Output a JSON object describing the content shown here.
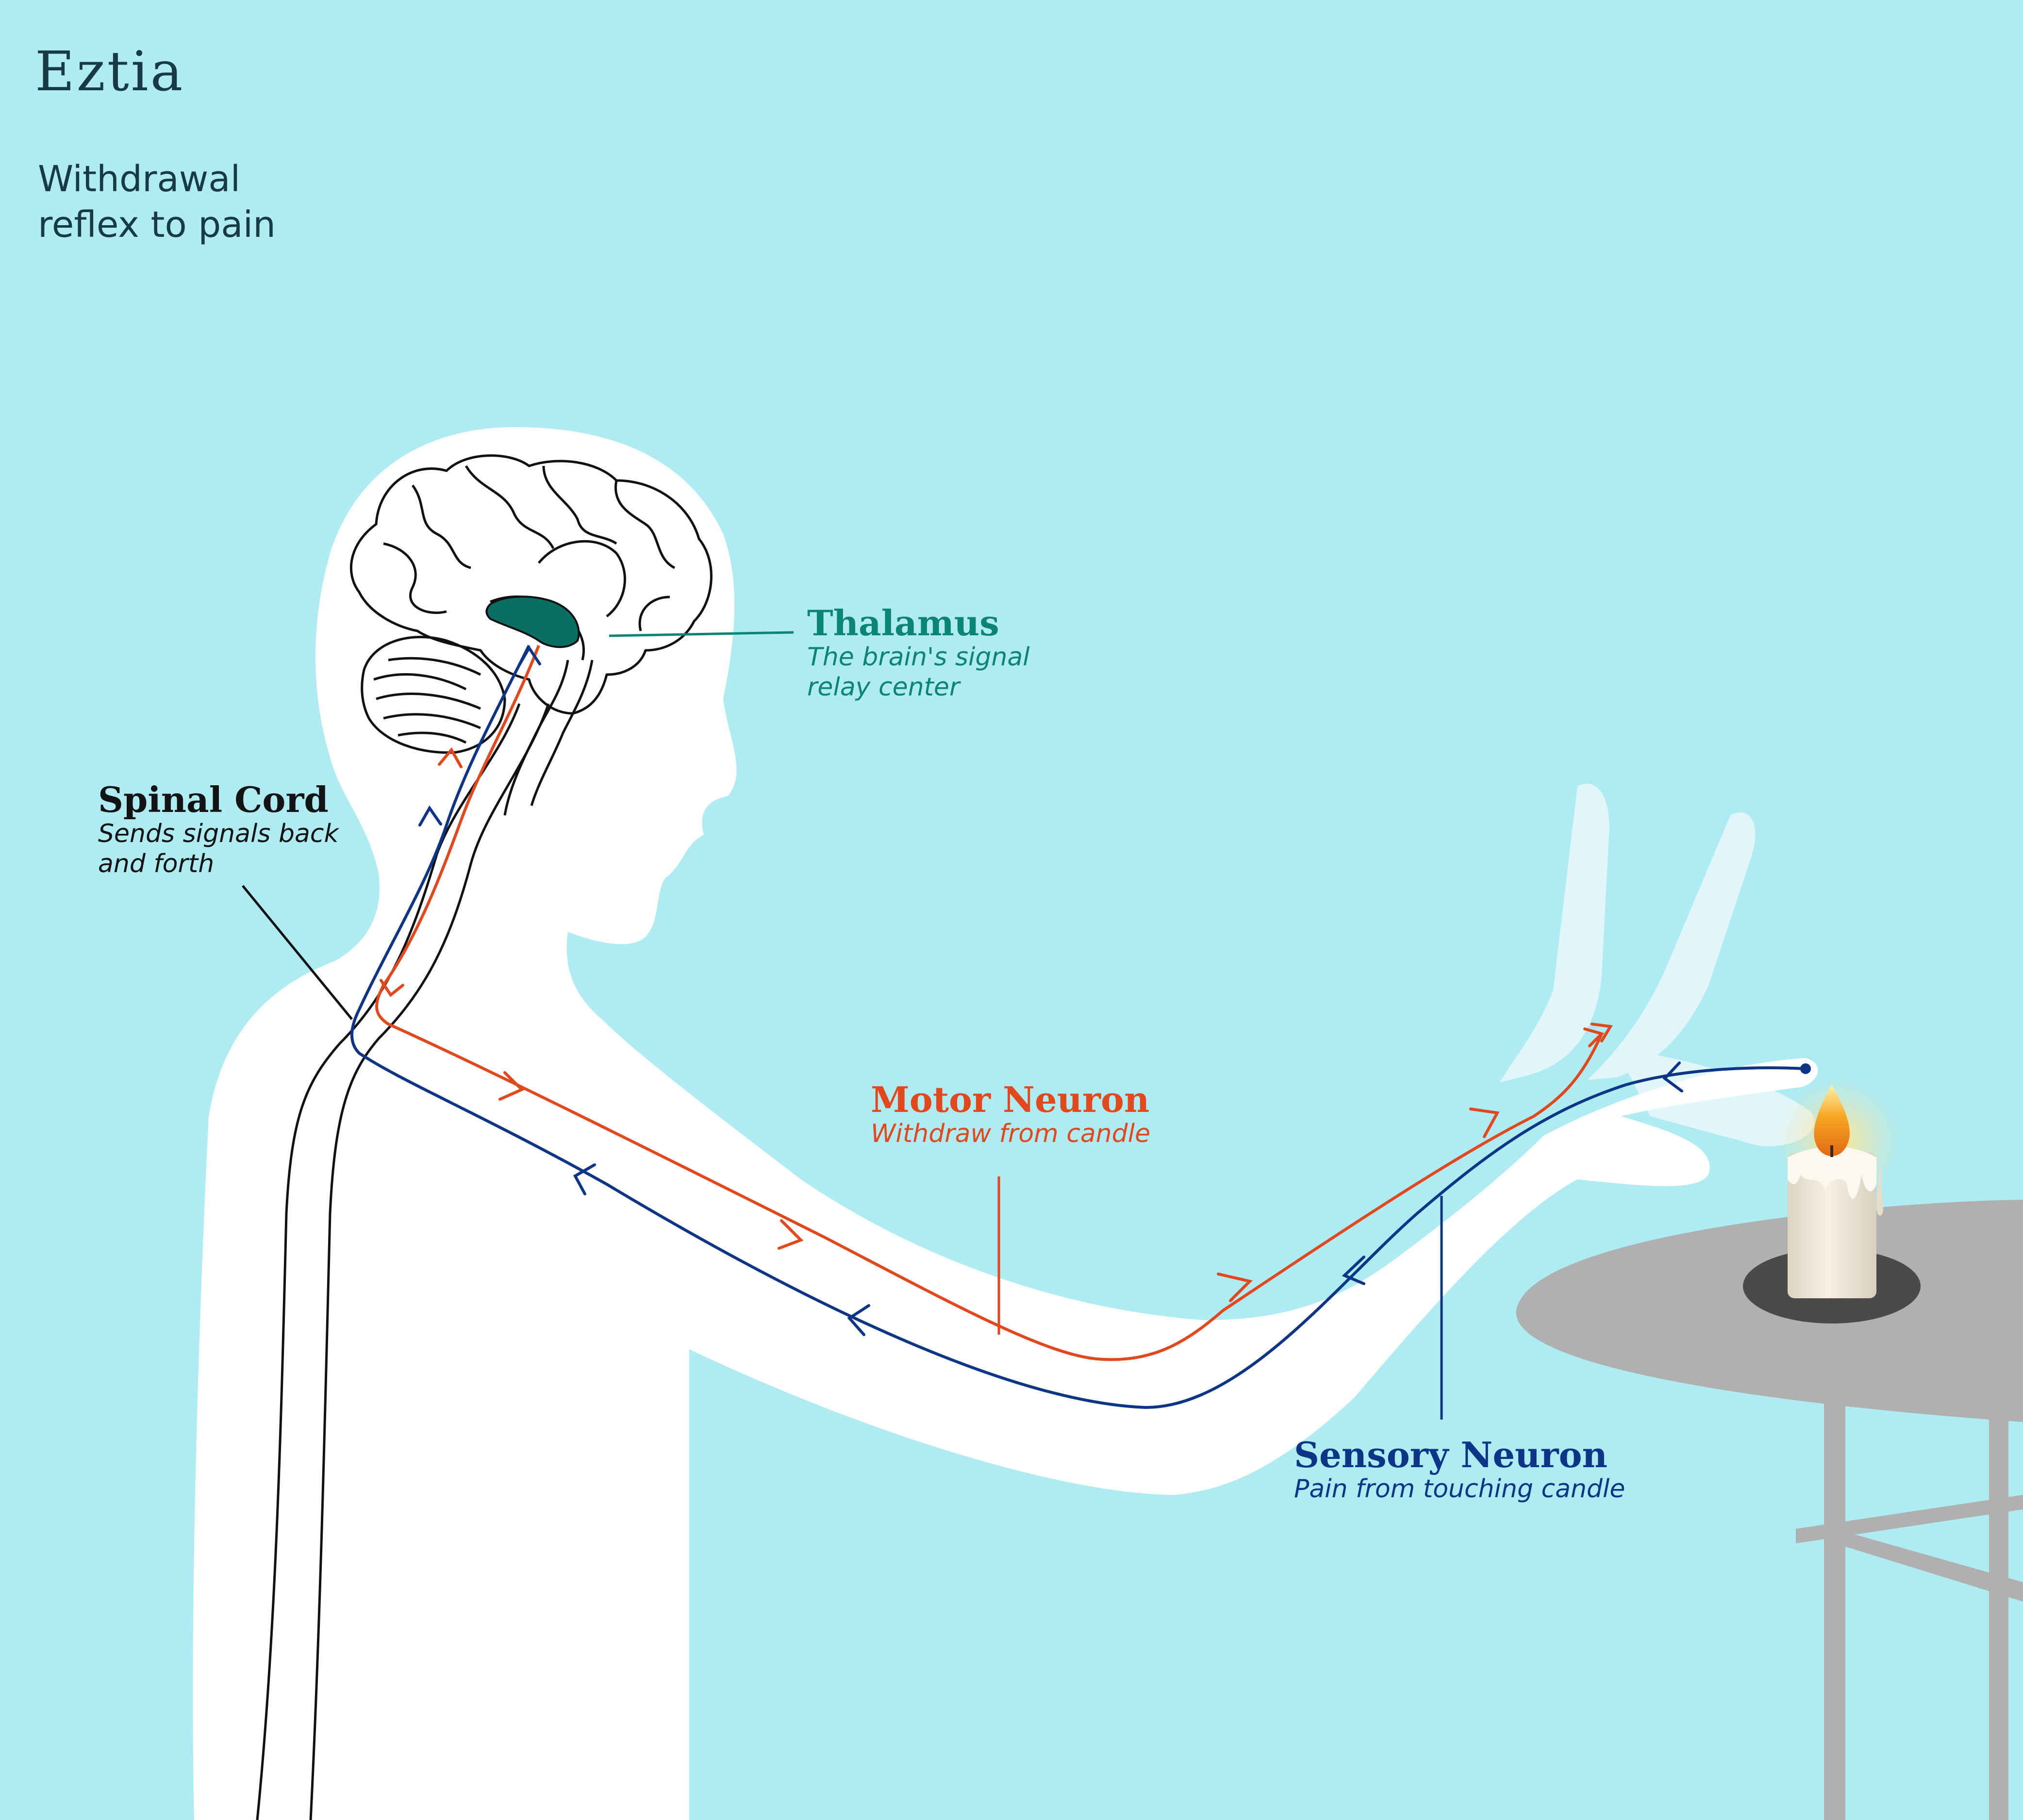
{
  "brand": {
    "logo": "Eztia"
  },
  "title": {
    "line1": "Withdrawal",
    "line2": "reflex to pain"
  },
  "labels": {
    "thalamus": {
      "title": "Thalamus",
      "desc_line1": "The brain's signal",
      "desc_line2": "relay center",
      "color": "#0a8474"
    },
    "spinal_cord": {
      "title": "Spinal Cord",
      "desc_line1": "Sends signals back",
      "desc_line2": "and forth",
      "color": "#131313"
    },
    "motor_neuron": {
      "title": "Motor Neuron",
      "desc_line1": "Withdraw from candle",
      "color": "#e2481c"
    },
    "sensory_neuron": {
      "title": "Sensory Neuron",
      "desc_line1": "Pain from touching candle",
      "color": "#0c3587"
    }
  },
  "colors": {
    "background": "#aeebf3",
    "body": "#ffffff",
    "motor": "#e2481c",
    "sensory": "#0c3587",
    "thalamus": "#0a6e62",
    "table": "#b0b0b0"
  },
  "icons": [
    "brain-icon",
    "candle-icon",
    "flame-icon",
    "table-icon",
    "ghost-hand-icon"
  ]
}
